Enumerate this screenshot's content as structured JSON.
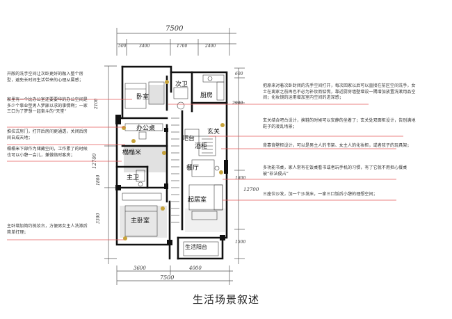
{
  "caption": "生活场景叙述",
  "rooms": {
    "bedroom": "卧室",
    "second_bath": "次卫",
    "kitchen": "厨房",
    "office_desk": "办公桌",
    "tatami": "榻榻米",
    "bar": "吧台",
    "wine_cabinet": "酒柜",
    "entrance": "玄关",
    "master_bath": "主卫",
    "dining": "餐厅",
    "living": "起居室",
    "master_bedroom": "主卧室",
    "balcony": "生活阳台"
  },
  "dimensions": {
    "top_total": "7500",
    "top_a": "3400",
    "top_b": "1700",
    "top_c": "2400",
    "top_left_small": "500",
    "bottom_a": "3600",
    "bottom_b": "4000",
    "bottom_total": "7500",
    "left_a": "2100",
    "left_b": "12700",
    "left_c": "1800",
    "left_d": "3300",
    "right_a": "600",
    "right_b": "2900",
    "right_c": "12700",
    "right_d": "1500",
    "right_e": "1800"
  },
  "notes": {
    "left1": "开敞的洗手空间让次卧更好的融入整个房型，避免长时间生活带来的心理从属感；",
    "left2": "家里有一个比办公室还要要华的办公空间是多少个事业型男人梦寐以求的事情啊；一家三口为了梦想一起奋斗的“天堂”",
    "left3": "推拉式房门，打开后房间更通透，关闭后房间自成天地；",
    "left4": "榻榻米下部作为储藏空间，工作累了的时候也可以小憩一会儿，兼做临时客房；",
    "left5": "主卧增加简约梳妆台，方便男女主人洗漱后简单打理；",
    "right1": "把原来对着次卧封闭的洗手空间打开，每次回家以后可以直接在前区空间洗手，女士在离家之前再也不必为补妆而惦慌，靠近厨房墙壁增设一隅增加放置洗漱用品空间；化妆镜的运用增加室内空间的进深感；",
    "right2": "玄关结合吧台设计，换鞋的时候可以安静的坐着了；玄关处双面柜设计，告别满地鞋子的凌乱场景；",
    "right3": "背靠背壁柜设计，可以是男主人的书架、女主人的化妆柜，或者孩子的玩具架；",
    "right4": "多功能书桌，家人常有在饭桌看书或者玩手机的习惯，有了它就不用担心餐桌被“非法侵占”",
    "right5": "三座位沙发，加一个沙发床，一家三口饭后小憩的理想空间；"
  }
}
